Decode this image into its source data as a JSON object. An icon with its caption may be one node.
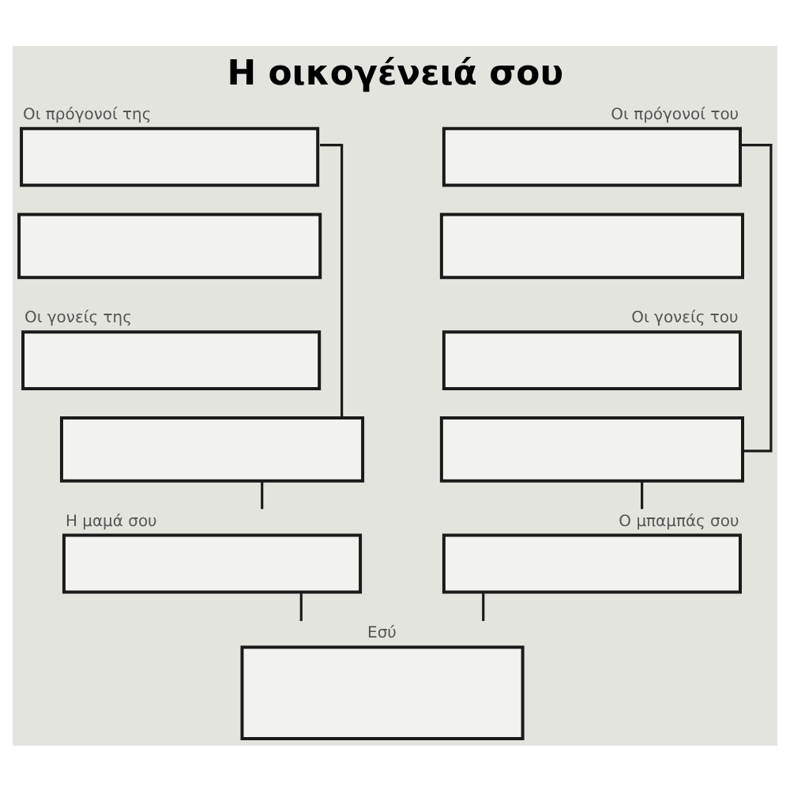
{
  "diagram": {
    "title": "Η οικογένειά σου",
    "nodes": [
      {
        "text": [
          "Οι πρόγονοί της"
        ]
      },
      {
        "text": [
          "Οι πρόγονοί του"
        ]
      },
      {
        "text": [],
        "shape": "box"
      },
      {
        "text": [],
        "shape": "box"
      },
      {
        "text": [
          "Οι γονείς της"
        ]
      },
      {
        "text": [
          "Οι γονείς του"
        ]
      },
      {
        "text": [],
        "shape": "box"
      },
      {
        "text": [],
        "shape": "box"
      },
      {
        "text": [
          "Η μαμά σου"
        ]
      },
      {
        "text": [
          "Ο μπαμπάς σου"
        ]
      },
      {
        "text": [
          "Εσύ"
        ]
      }
    ],
    "edges": [
      {
        "from": 0,
        "to": 6,
        "arrow": "none"
      },
      {
        "from": 1,
        "to": 7,
        "arrow": "none"
      },
      {
        "from": 6,
        "to": 8,
        "arrow": "none"
      },
      {
        "from": 7,
        "to": 9,
        "arrow": "none"
      },
      {
        "from": 8,
        "to": 10,
        "arrow": "none"
      },
      {
        "from": 9,
        "to": 10,
        "arrow": "none"
      }
    ]
  }
}
